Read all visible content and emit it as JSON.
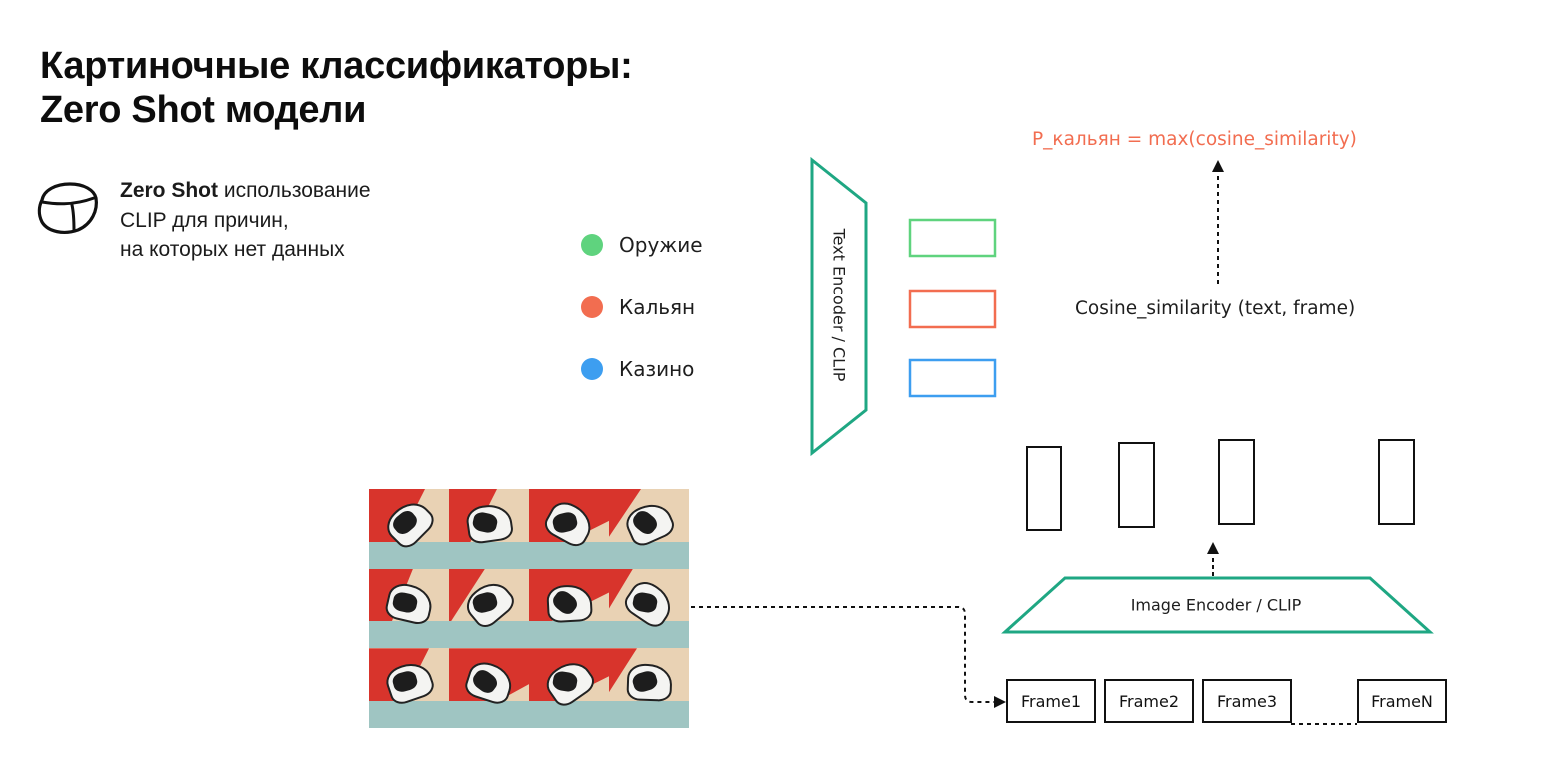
{
  "title": {
    "line1": "Картиночные классификаторы:",
    "line2": "Zero Shot модели"
  },
  "description": {
    "bold": "Zero Shot",
    "line1_rest": " использование",
    "line2": "CLIP для причин,",
    "line3": "на которых нет данных"
  },
  "icon": "hand-drawn-cube-icon",
  "legend": [
    {
      "label": "Оружие",
      "color": "#5fd37e"
    },
    {
      "label": "Кальян",
      "color": "#f26d50"
    },
    {
      "label": "Казино",
      "color": "#3d9ef0"
    }
  ],
  "text_encoder_label": "Text Encoder / CLIP",
  "image_encoder_label": "Image Encoder / CLIP",
  "formula": "P_кальян = max(cosine_similarity)",
  "cosine_label": "Cosine_similarity (text, frame)",
  "frames": [
    "Frame1",
    "Frame2",
    "Frame3",
    "FrameN"
  ],
  "colors": {
    "encoder_stroke": "#1fa783",
    "accent_orange": "#f26d50",
    "embedding_green": "#5fd37e",
    "embedding_orange": "#f26d50",
    "embedding_blue": "#3d9ef0"
  }
}
